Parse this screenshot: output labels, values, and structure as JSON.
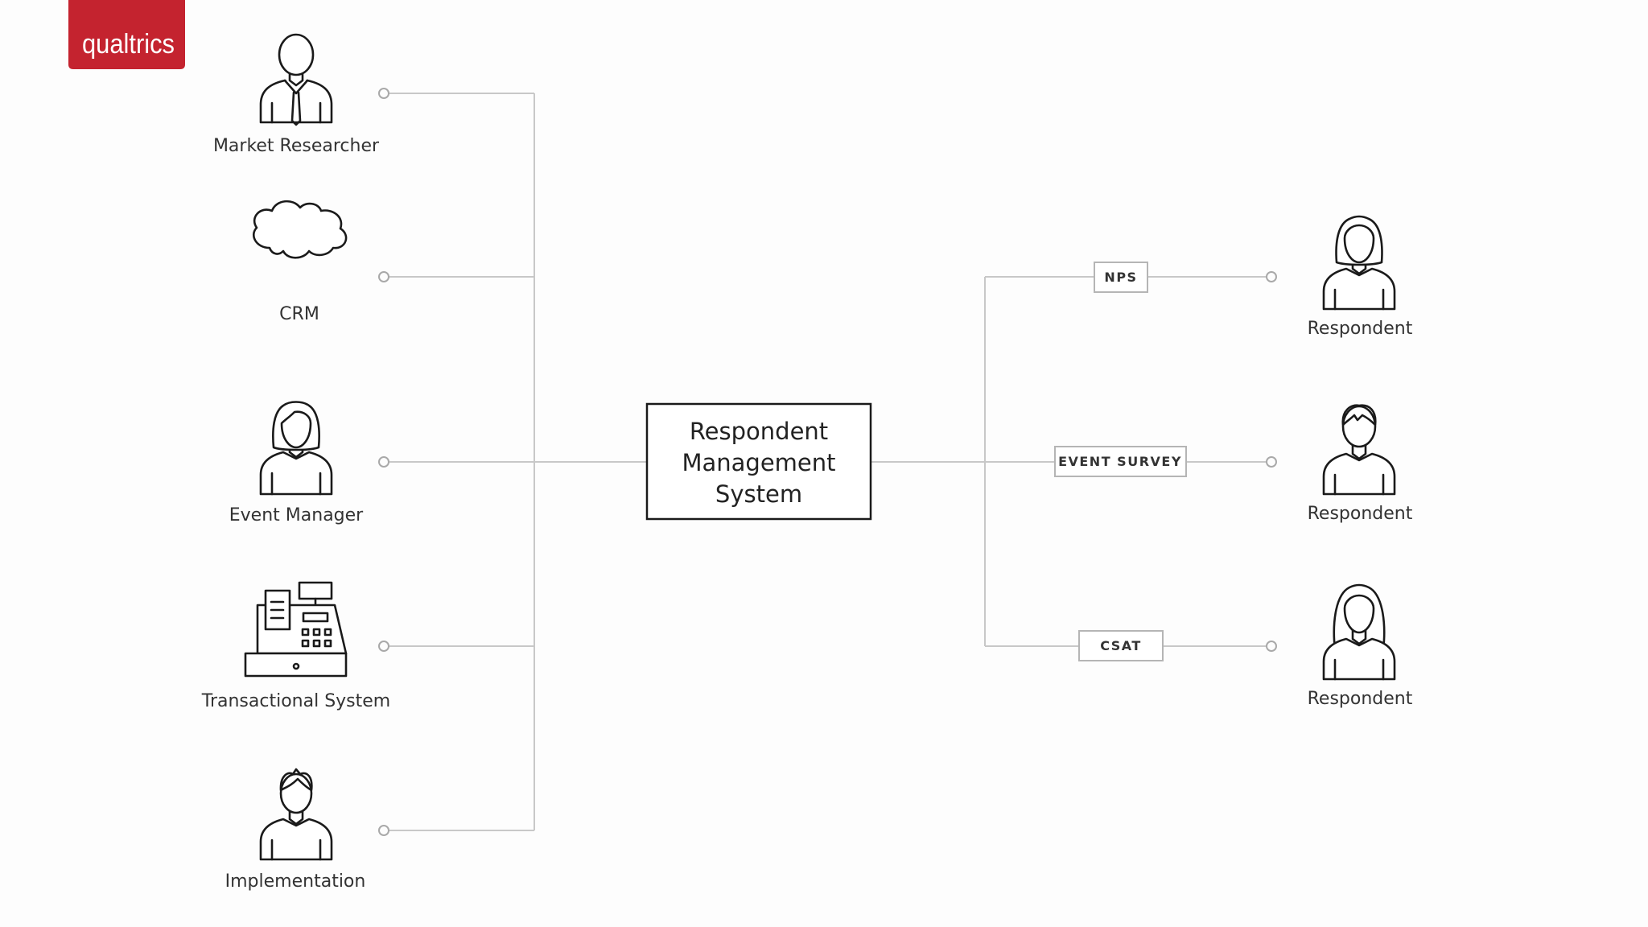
{
  "logo": {
    "text": "qualtrics",
    "color": "#c4232f"
  },
  "sources": [
    {
      "label": "Market Researcher",
      "icon": "market-researcher-icon"
    },
    {
      "label": "CRM",
      "icon": "cloud-icon"
    },
    {
      "label": "Event Manager",
      "icon": "event-manager-icon"
    },
    {
      "label": "Transactional System",
      "icon": "cash-register-icon"
    },
    {
      "label": "Implementation",
      "icon": "implementation-person-icon"
    }
  ],
  "center": {
    "lines": [
      "Respondent",
      "Management",
      "System"
    ]
  },
  "outputs": [
    {
      "tag": "NPS",
      "label": "Respondent",
      "icon": "respondent-icon",
      "shirt_color": "#6bbcc7"
    },
    {
      "tag": "EVENT SURVEY",
      "label": "Respondent",
      "icon": "respondent-icon",
      "shirt_color": "#f5d76a"
    },
    {
      "tag": "CSAT",
      "label": "Respondent",
      "icon": "respondent-icon",
      "shirt_color": "#8ed07f"
    }
  ]
}
